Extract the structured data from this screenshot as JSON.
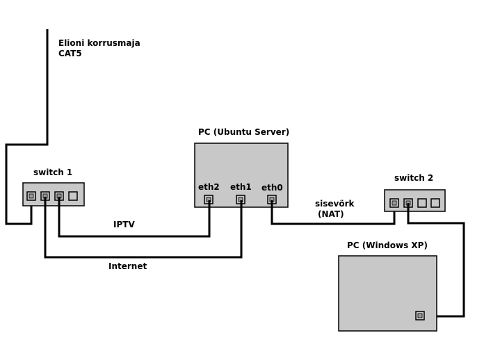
{
  "uplink": {
    "line1": "Elioni korrusmaja",
    "line2": "CAT5"
  },
  "switch1": {
    "label": "switch 1"
  },
  "switch2": {
    "label": "switch 2"
  },
  "server": {
    "label": "PC (Ubuntu Server)",
    "eth2": "eth2",
    "eth1": "eth1",
    "eth0": "eth0"
  },
  "client": {
    "label": "PC (Windows XP)"
  },
  "links": {
    "iptv": "IPTV",
    "internet": "Internet",
    "lan_line1": "sisevörk",
    "lan_line2": "(NAT)"
  },
  "colors": {
    "device_fill": "#c8c8c8",
    "line": "#000000",
    "port_fill": "#9a9a9a"
  }
}
